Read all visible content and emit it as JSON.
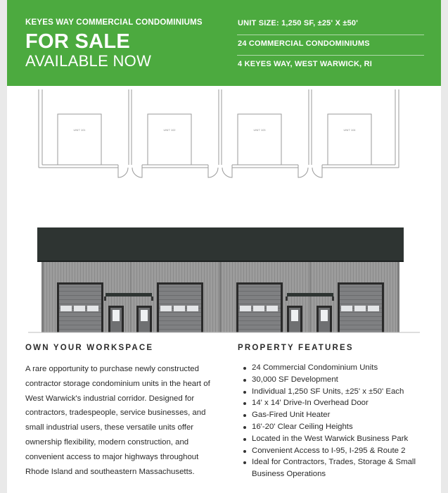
{
  "banner": {
    "kicker": "KEYES WAY COMMERCIAL CONDOMINIUMS",
    "headline": "FOR SALE",
    "subheadline": "AVAILABLE NOW",
    "details": [
      "UNIT SIZE: 1,250 SF, ±25' X ±50'",
      "24 COMMERCIAL CONDOMINIUMS",
      "4 KEYES WAY, WEST WARWICK, RI"
    ],
    "color": "#4caa3f"
  },
  "floor_plan": {
    "units": [
      "UNIT 101",
      "UNIT 102",
      "UNIT 103",
      "UNIT 104"
    ]
  },
  "elevation": {
    "roof_color": "#2e3432",
    "wall_color": "#9b9b9b"
  },
  "workspace": {
    "title": "OWN YOUR WORKSPACE",
    "text": " A rare opportunity to purchase newly constructed contractor storage condominium units in the heart of West Warwick's industrial corridor. Designed for contractors, tradespeople, service businesses, and small industrial users, these versatile units offer ownership flexibility, modern construction, and convenient access to major highways throughout Rhode Island and southeastern Massachusetts."
  },
  "features": {
    "title": "PROPERTY FEATURES",
    "items": [
      "24 Commercial Condominium Units",
      "30,000 SF Development",
      "Individual 1,250 SF Units, ±25' x ±50' Each",
      "14' x 14' Drive-In Overhead Door",
      "Gas-Fired Unit Heater",
      "16'-20' Clear Ceiling Heights",
      "Located in the West Warwick Business Park",
      "Convenient Access to I-95, I-295 & Route 2",
      "Ideal for Contractors, Trades, Storage & Small Business Operations"
    ]
  }
}
